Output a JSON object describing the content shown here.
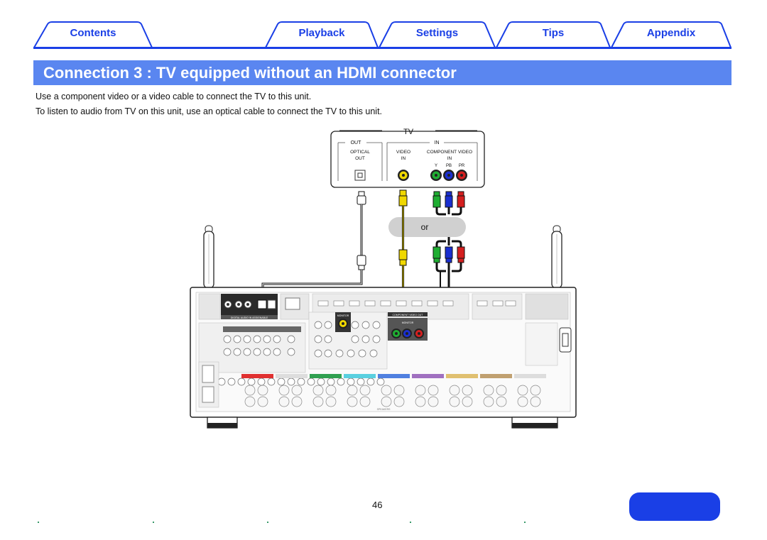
{
  "tabs": {
    "contents": "Contents",
    "playback": "Playback",
    "settings": "Settings",
    "tips": "Tips",
    "appendix": "Appendix"
  },
  "title": "Connection 3 : TV equipped without an HDMI connector",
  "body": {
    "line1": "Use a component video or a video cable to connect the TV to this unit.",
    "line2": "To listen to audio from TV on this unit, use an optical cable to connect the TV to this unit."
  },
  "diagram": {
    "tv_label": "TV",
    "out_label": "OUT",
    "in_label": "IN",
    "optical_out": [
      "OPTICAL",
      "OUT"
    ],
    "video_in": [
      "VIDEO",
      "IN"
    ],
    "component_video_in": [
      "COMPONENT VIDEO",
      "IN"
    ],
    "component_ports": [
      "Y",
      "PB",
      "PR"
    ],
    "or_label": "or",
    "receiver_labels": {
      "digital_audio_in": "DIGITAL AUDIO IN ASSIGNABLE",
      "video_monitor": "MONITOR",
      "component_video_out": "COMPONENT VIDEO OUT",
      "component_monitor": "MONITOR",
      "speakers": "SPEAKERS"
    }
  },
  "page_number": "46"
}
